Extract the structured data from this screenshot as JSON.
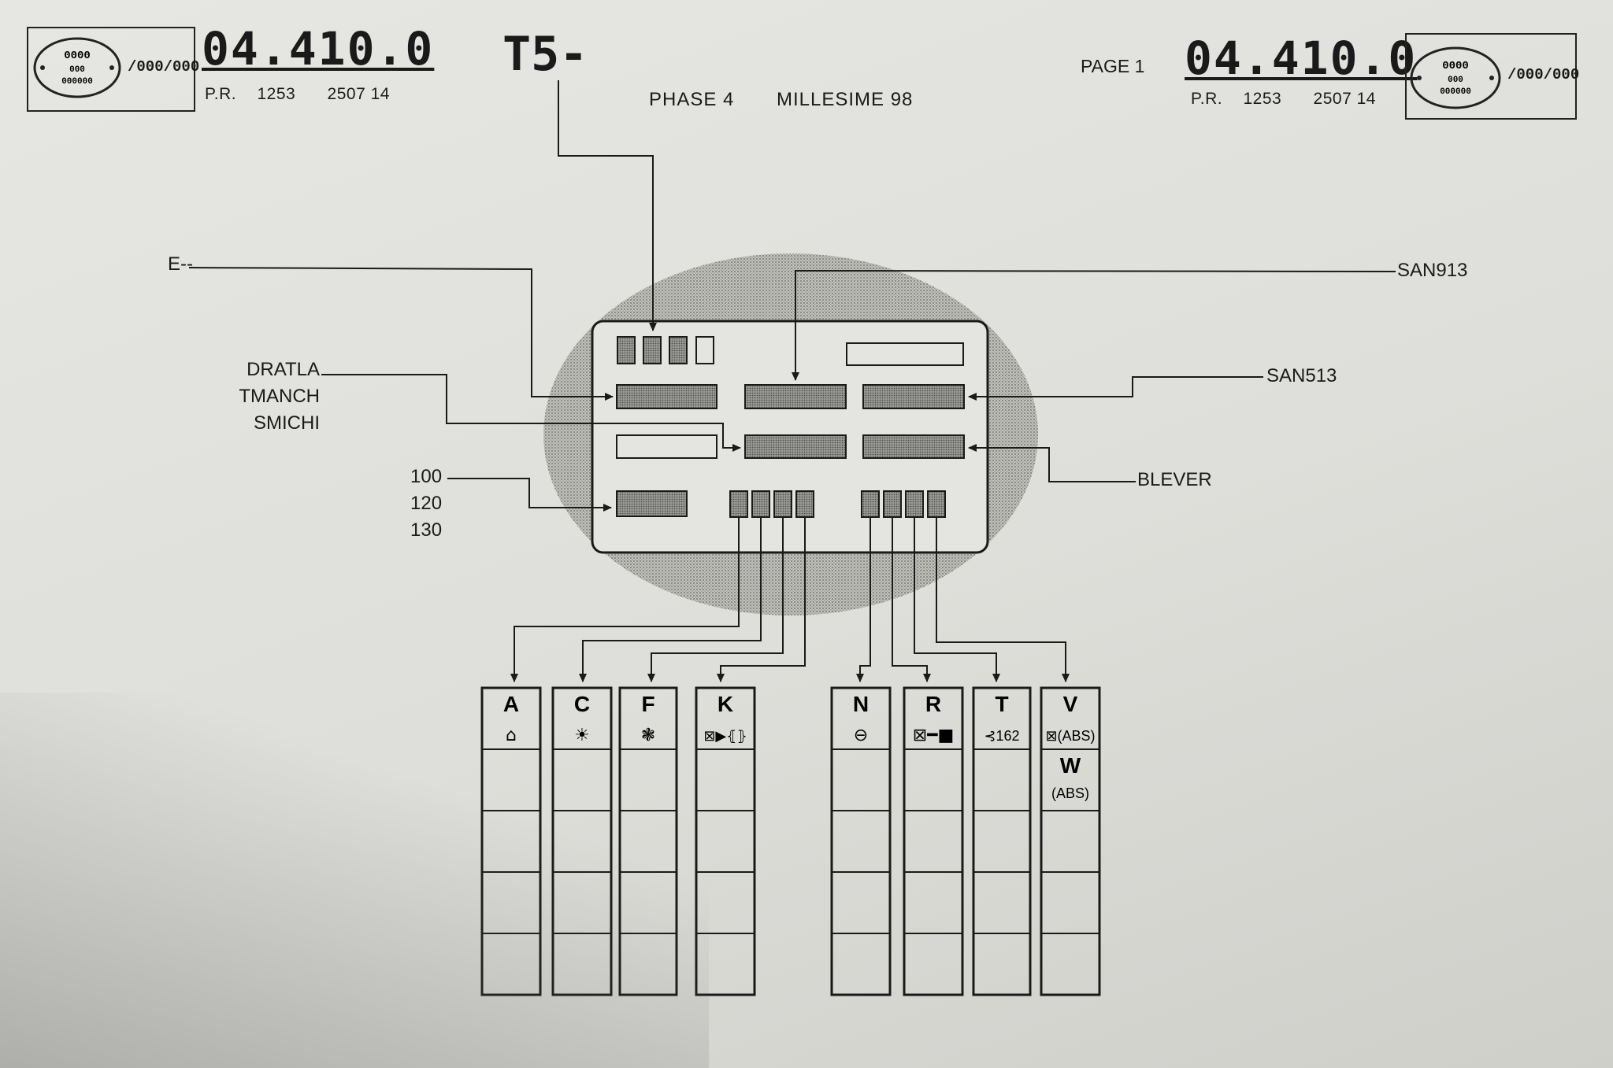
{
  "header": {
    "left_stamp": {
      "suffix": "/000/000"
    },
    "left_docno": "04.410.0",
    "left_pr": "P.R.",
    "left_pr_num": "1253",
    "left_pr_code": "2507 14",
    "title_mark": "T5-",
    "phase": "PHASE  4",
    "millesime": "MILLESIME  98",
    "page_label": "PAGE 1",
    "right_docno": "04.410.0",
    "right_pr": "P.R.",
    "right_pr_num": "1253",
    "right_pr_code": "2507 14",
    "right_stamp": {
      "suffix": "/000/000"
    }
  },
  "labels": {
    "e": "E--",
    "dratla": "DRATLA",
    "tmanch": "TMANCH",
    "smichi": "SMICHI",
    "v100": "100",
    "v120": "120",
    "v130": "130",
    "san913": "SAN913",
    "san513": "SAN513",
    "blever": "BLEVER"
  },
  "columns": [
    {
      "letter": "A",
      "icon": "car-icon",
      "glyph": "⌂"
    },
    {
      "letter": "C",
      "icon": "sun-icon",
      "glyph": "☀"
    },
    {
      "letter": "F",
      "icon": "fan-icon",
      "glyph": "❃"
    },
    {
      "letter": "K",
      "icon": "lock-arrow-icon",
      "glyph": "⊠▶⦃⦄"
    },
    {
      "letter": "N",
      "icon": "minus-circle-icon",
      "glyph": "⊖"
    },
    {
      "letter": "R",
      "icon": "key-icon",
      "glyph": "⊠━■"
    },
    {
      "letter": "T",
      "icon": "signal-icon",
      "glyph": "⊰162"
    },
    {
      "letter": "V",
      "icon": "abs-icon",
      "glyph": "⊠(ABS)",
      "sub_letter": "W",
      "sub_text": "(ABS)"
    }
  ]
}
